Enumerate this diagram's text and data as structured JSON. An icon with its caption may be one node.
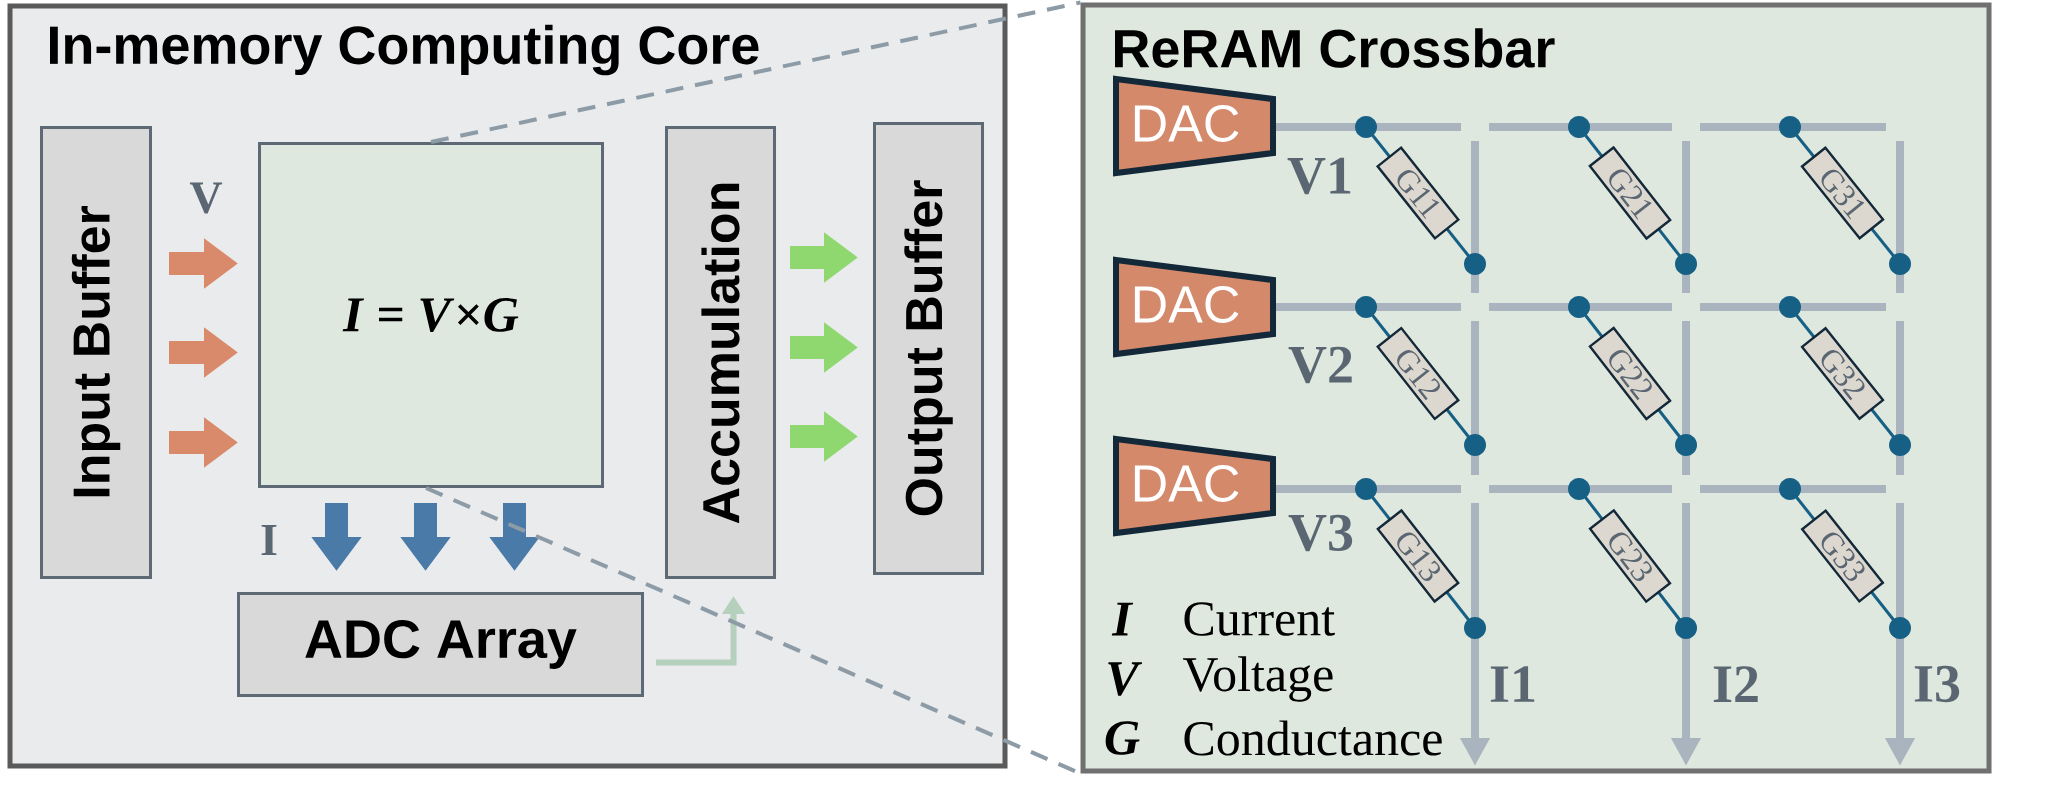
{
  "diagram": {
    "nodes": [
      {
        "text": [
          "In-memory Computing Core"
        ]
      },
      {
        "text": [
          "Input Buffer"
        ],
        "in": 0
      },
      {
        "text": [
          "*I* = *V*×*G*"
        ],
        "in": 0
      },
      {
        "text": [
          "Accumulation"
        ],
        "in": 0
      },
      {
        "text": [
          "Output Buffer"
        ],
        "in": 0
      },
      {
        "text": [
          "ADC Array"
        ],
        "in": 0
      },
      {
        "text": [
          "ReRAM Crossbar"
        ]
      },
      {
        "text": [
          "DAC"
        ],
        "in": 6
      },
      {
        "text": [
          "DAC"
        ],
        "in": 6
      },
      {
        "text": [
          "DAC"
        ],
        "in": 6
      },
      {
        "text": [
          "G11"
        ],
        "in": 6
      },
      {
        "text": [
          "G21"
        ],
        "in": 6
      },
      {
        "text": [
          "G31"
        ],
        "in": 6
      },
      {
        "text": [
          "G12"
        ],
        "in": 6
      },
      {
        "text": [
          "G22"
        ],
        "in": 6
      },
      {
        "text": [
          "G32"
        ],
        "in": 6
      },
      {
        "text": [
          "G13"
        ],
        "in": 6
      },
      {
        "text": [
          "G23"
        ],
        "in": 6
      },
      {
        "text": [
          "G33"
        ],
        "in": 6
      }
    ],
    "edges": [
      {
        "from": 1,
        "to": 2,
        "arrow": "to",
        "color": "#d98a6b"
      },
      {
        "from": 1,
        "to": 2,
        "arrow": "to",
        "color": "#d98a6b"
      },
      {
        "from": 1,
        "to": 2,
        "arrow": "to",
        "color": "#d98a6b"
      },
      {
        "from": 2,
        "to": 5,
        "arrow": "to",
        "color": "#4a7aa8"
      },
      {
        "from": 2,
        "to": 5,
        "arrow": "to",
        "color": "#4a7aa8"
      },
      {
        "from": 2,
        "to": 5,
        "arrow": "to",
        "color": "#4a7aa8"
      },
      {
        "from": 3,
        "to": 4,
        "arrow": "to",
        "color": "#8fd870"
      },
      {
        "from": 3,
        "to": 4,
        "arrow": "to",
        "color": "#8fd870"
      },
      {
        "from": 3,
        "to": 4,
        "arrow": "to",
        "color": "#8fd870"
      },
      {
        "from": 5,
        "to": 3,
        "arrow": "to",
        "color": "#b5d0bd"
      },
      {
        "from": 2,
        "to": 6,
        "arrow": "none",
        "style": "dashed",
        "color": "#8c9ba5"
      },
      {
        "from": 2,
        "to": 6,
        "arrow": "none",
        "style": "dashed",
        "color": "#8c9ba5"
      }
    ],
    "labels": [
      "V",
      "V1",
      "V2",
      "I",
      "V3",
      "I",
      "Current",
      "V",
      "Voltage",
      "G",
      "Conductance",
      "I1",
      "I2",
      "I3"
    ]
  }
}
